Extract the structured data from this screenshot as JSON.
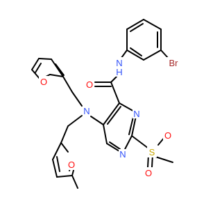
{
  "atom_labels": {
    "br": "Br",
    "nh": "N",
    "h": "H",
    "o_carbonyl": "O",
    "n_pyr_top": "N",
    "n_pyr_bottom": "N",
    "n_amine": "N",
    "o_furan1": "O",
    "o_furan2": "O",
    "s": "S",
    "o_so2_top": "O",
    "o_so2_bottom": "O"
  },
  "colors": {
    "bond": "#000000",
    "oxygen": "#ff0d0d",
    "nitrogen": "#3050f8",
    "bromine": "#a62929",
    "sulfur": "#c8a800"
  }
}
